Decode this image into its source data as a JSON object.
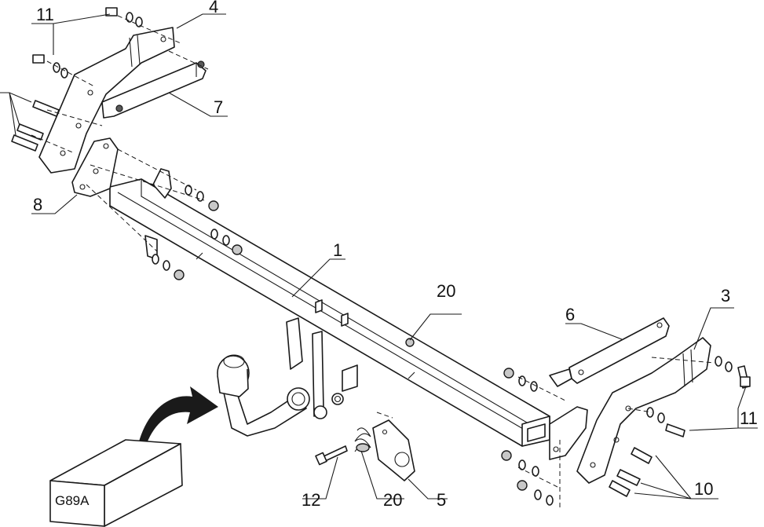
{
  "callouts": {
    "c1": "1",
    "c3": "3",
    "c4": "4",
    "c5": "5",
    "c6": "6",
    "c7": "7",
    "c8": "8",
    "c10": "10",
    "c11_left": "11",
    "c11_right": "11",
    "c12": "12",
    "c20_top": "20",
    "c20_bottom": "20"
  },
  "ball_box": {
    "label": "G89A"
  }
}
